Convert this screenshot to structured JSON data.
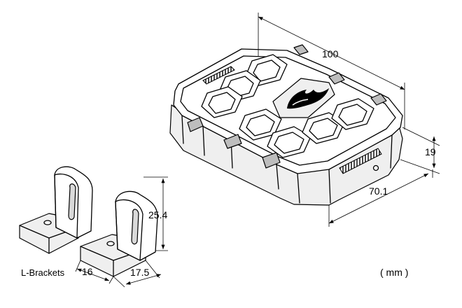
{
  "dimensions": {
    "length": "100",
    "height": "19",
    "width": "70.1",
    "bracket_height": "25.4",
    "bracket_depth": "16",
    "bracket_width": "17.5"
  },
  "labels": {
    "brackets": "L-Brackets",
    "unit": "( mm )"
  },
  "icons": {
    "logo": "flame-logo-icon"
  }
}
